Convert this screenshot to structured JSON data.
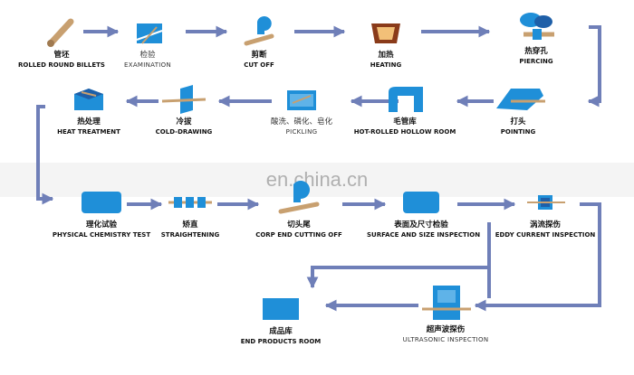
{
  "watermark": "en.china.cn",
  "colors": {
    "arrow": "#6f7fb8",
    "icon_blue": "#1f8fd8",
    "icon_dark": "#1e5fa8",
    "billet": "#c8a070"
  },
  "steps": [
    {
      "zh": "管坯",
      "en": "ROLLED ROUND BILLETS",
      "icon": "billet-icon"
    },
    {
      "zh": "检验",
      "en": "EXAMINATION",
      "icon": "examination-icon"
    },
    {
      "zh": "剪断",
      "en": "CUT OFF",
      "icon": "cut-off-icon"
    },
    {
      "zh": "加热",
      "en": "HEATING",
      "icon": "heating-furnace-icon"
    },
    {
      "zh": "热穿孔",
      "en": "PIERCING",
      "icon": "piercing-mill-icon"
    },
    {
      "zh": "打头",
      "en": "POINTING",
      "icon": "pointing-machine-icon"
    },
    {
      "zh": "毛管库",
      "en": "HOT-ROLLED HOLLOW ROOM",
      "icon": "hollow-room-icon"
    },
    {
      "zh": "酸洗、磷化、皂化",
      "en": "PICKLING",
      "icon": "pickling-tank-icon"
    },
    {
      "zh": "冷拔",
      "en": "COLD-DRAWING",
      "icon": "cold-drawing-icon"
    },
    {
      "zh": "热处理",
      "en": "HEAT TREATMENT",
      "icon": "heat-treatment-icon"
    },
    {
      "zh": "理化试验",
      "en": "PHYSICAL CHEMISTRY TEST",
      "icon": "chemistry-test-icon"
    },
    {
      "zh": "矫直",
      "en": "STRAIGHTENING",
      "icon": "straightening-icon"
    },
    {
      "zh": "切头尾",
      "en": "CORP END CUTTING OFF",
      "icon": "end-cutting-icon"
    },
    {
      "zh": "表面及尺寸检验",
      "en": "SURFACE AND SIZE INSPECTION",
      "icon": "surface-inspection-icon"
    },
    {
      "zh": "涡流探伤",
      "en": "EDDY CURRENT INSPECTION",
      "icon": "eddy-current-icon"
    },
    {
      "zh": "超声波探伤",
      "en": "ULTRASONIC INSPECTION",
      "icon": "ultrasonic-icon"
    },
    {
      "zh": "成品库",
      "en": "END PRODUCTS ROOM",
      "icon": "end-products-icon"
    }
  ]
}
